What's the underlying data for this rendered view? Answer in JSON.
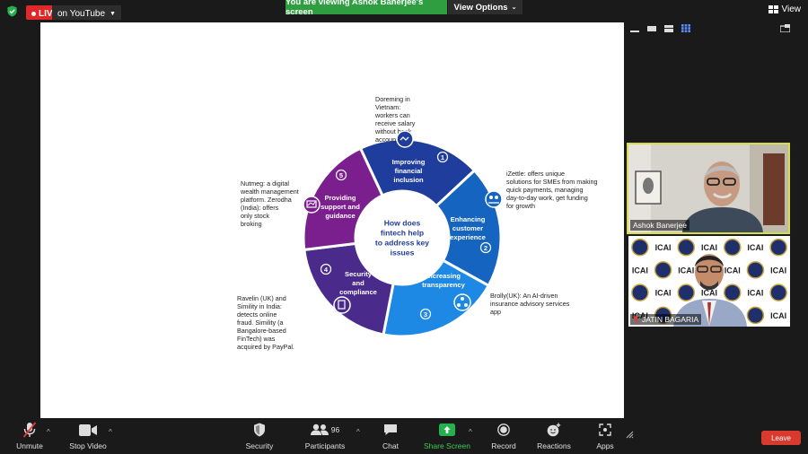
{
  "top": {
    "live_label": "LIVE",
    "youtube_label": "on YouTube",
    "viewing_banner": "You are viewing Ashok Banerjee's screen",
    "view_options_label": "View Options",
    "view_label": "View"
  },
  "slide": {
    "center_title": "How does fintech help to address key issues",
    "segments": [
      {
        "number": "1",
        "label": "Improving financial inclusion",
        "color": "#1f3d9c"
      },
      {
        "number": "2",
        "label": "Enhancing customer experience",
        "color": "#1565c0"
      },
      {
        "number": "3",
        "label": "Increasing transparency",
        "color": "#1e88e5"
      },
      {
        "number": "4",
        "label": "Security and compliance",
        "color": "#4a2b8c"
      },
      {
        "number": "5",
        "label": "Providing support and guidance",
        "color": "#7b1f8f"
      }
    ],
    "notes": {
      "top": "Doreming in Vietnam: workers can receive salary without bank account",
      "right_top": "iZettle: offers unique solutions for SMEs from making quick payments, managing day-to-day work, get funding for growth",
      "right_bottom": "Brolly(UK): An AI-driven insurance advisory services app",
      "left_bottom": "Ravelin (UK) and Simility in India: detects online fraud. Simility (a Bangalore-based FinTech) was acquired by PayPal.",
      "left_top": "Nutmeg: a digital wealth management platform. Zerodha (India): offers only stock broking"
    }
  },
  "participants_panel": {
    "ashok_name": "Ashok Banerjee",
    "jatin_name": "JATIN BAGARIA",
    "icai_logo_text": "ICAI"
  },
  "toolbar": {
    "unmute": "Unmute",
    "stop_video": "Stop Video",
    "security": "Security",
    "participants": "Participants",
    "participant_count": "96",
    "chat": "Chat",
    "share_screen": "Share Screen",
    "record": "Record",
    "reactions": "Reactions",
    "apps": "Apps",
    "leave": "Leave"
  },
  "colors": {
    "live_red": "#e02828",
    "banner_green": "#2e9e41",
    "active_speaker_border": "#d7dd4a"
  }
}
